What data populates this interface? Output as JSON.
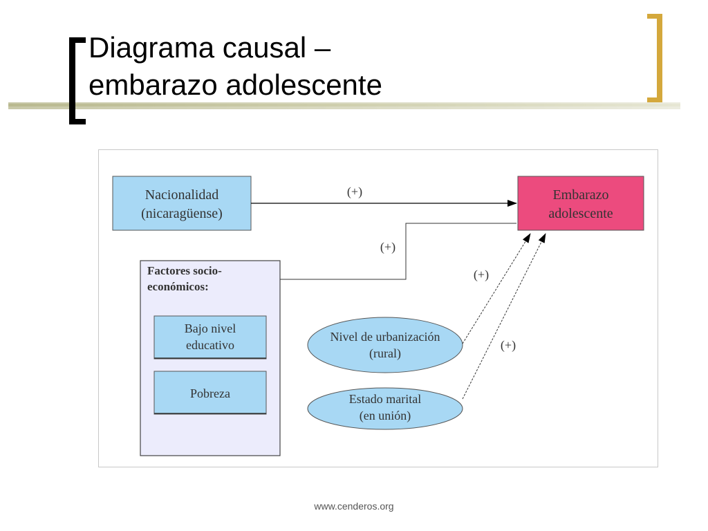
{
  "slide": {
    "title_line1": "Diagrama causal –",
    "title_line2": "embarazo adolescente",
    "footer": "www.cenderos.org"
  },
  "diagram": {
    "nodes": {
      "nacionalidad": {
        "line1": "Nacionalidad",
        "line2": "(nicaragüense)",
        "fill": "#a8d8f4"
      },
      "embarazo": {
        "line1": "Embarazo",
        "line2": "adolescente",
        "fill": "#ec4b7e"
      },
      "factores": {
        "line1": "Factores socio-",
        "line2": "económicos:",
        "fill": "#ececfc"
      },
      "bajo_nivel": {
        "line1": "Bajo nivel",
        "line2": "educativo",
        "fill": "#a8d8f4"
      },
      "pobreza": {
        "label": "Pobreza",
        "fill": "#a8d8f4"
      },
      "urbanizacion": {
        "line1": "Nivel de urbanización",
        "line2": "(rural)",
        "fill": "#a8d8f4"
      },
      "estado_marital": {
        "line1": "Estado marital",
        "line2": "(en unión)",
        "fill": "#a8d8f4"
      }
    },
    "edge_labels": {
      "nacionalidad_to_embarazo": "(+)",
      "factores_to_embarazo": "(+)",
      "urbanizacion_to_embarazo": "(+)",
      "estado_marital_to_embarazo": "(+)"
    }
  }
}
